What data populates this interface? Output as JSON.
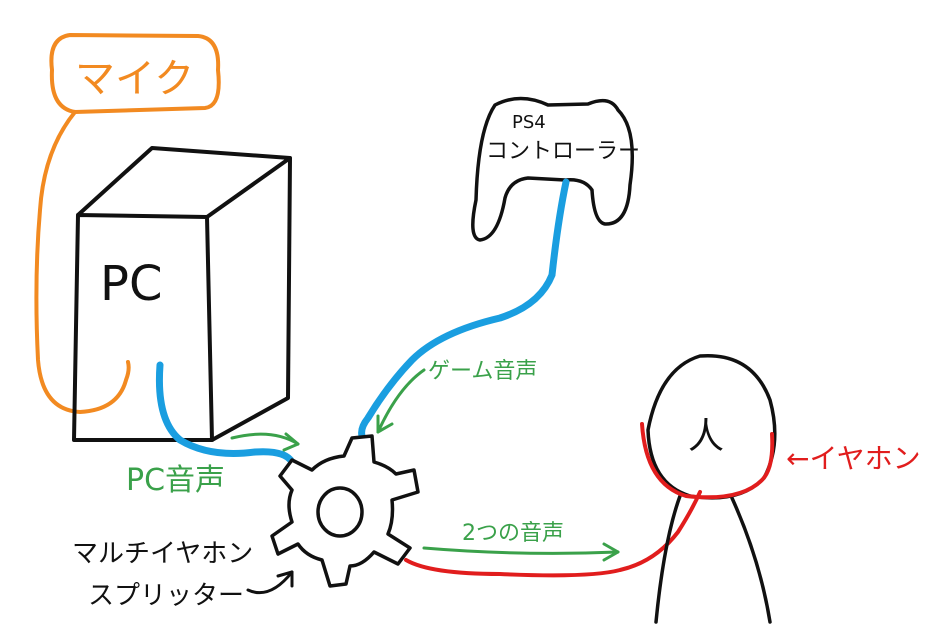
{
  "labels": {
    "mic": "マイク",
    "pc": "PC",
    "controller_line1": "PS4",
    "controller_line2": "コントローラー",
    "game_audio": "ゲーム音声",
    "pc_audio": "PC音声",
    "both_audio": "2つの音声",
    "splitter_line1": "マルチイヤホン",
    "splitter_line2": "スプリッター",
    "earphone": "←イヤホン",
    "person": "人"
  },
  "colors": {
    "mic_cable": "#f28a21",
    "controller_cable": "#1a9ee0",
    "pc_cable": "#1a9ee0",
    "earphone_cable": "#e11d1d",
    "signal_arrows": "#3aa14a",
    "outline": "#111111"
  }
}
